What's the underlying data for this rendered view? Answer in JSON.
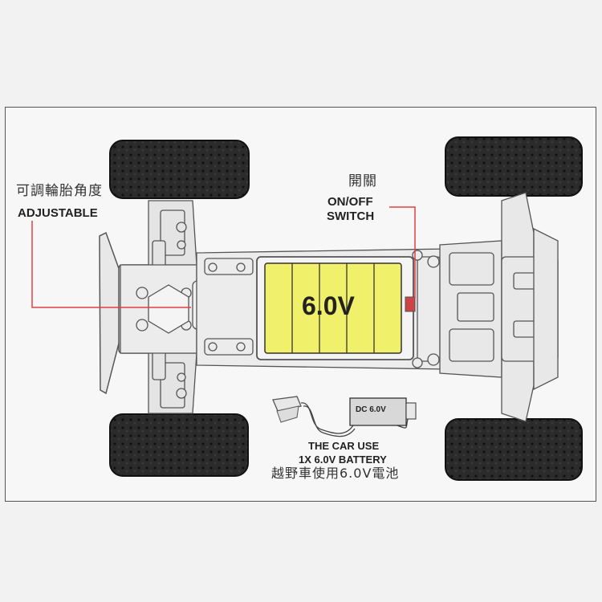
{
  "labels": {
    "adjustable_cn": "可調輪胎角度",
    "adjustable_en": "ADJUSTABLE",
    "switch_cn": "開關",
    "switch_en_1": "ON/OFF",
    "switch_en_2": "SWITCH",
    "battery_voltage": "6.0V",
    "charger_text": "DC 6.0V",
    "caption_en_1": "THE CAR USE",
    "caption_en_2": "1X 6.0V BATTERY",
    "caption_cn": "越野車使用6.0V電池"
  },
  "colors": {
    "battery_fill": "#f0f06a",
    "callout_line": "#e04040",
    "tire": "#2b2b2b",
    "chassis_fill": "#e8e8e8",
    "chassis_stroke": "#555555"
  }
}
